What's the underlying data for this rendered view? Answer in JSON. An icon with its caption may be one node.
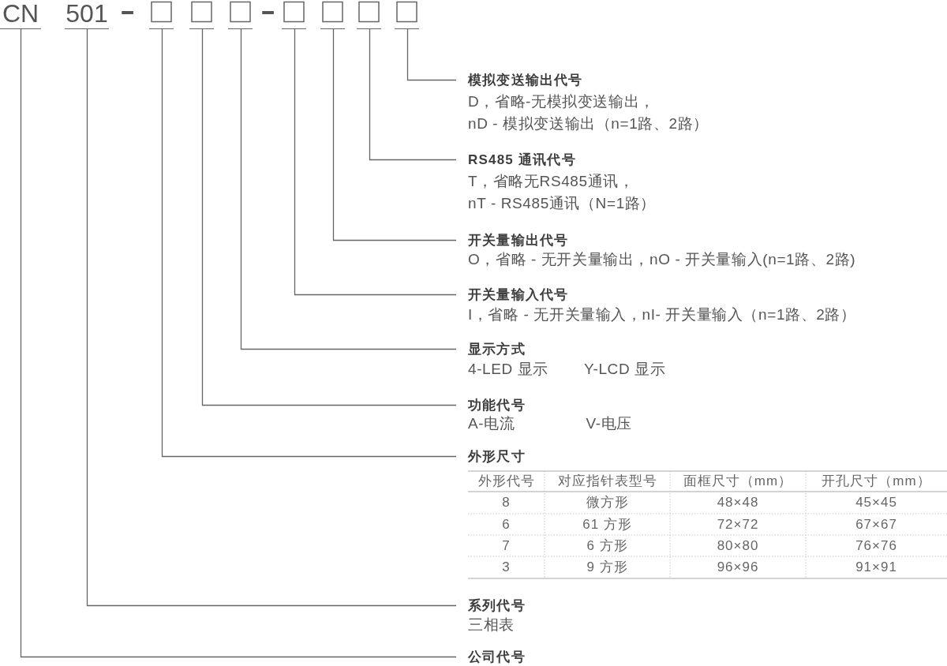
{
  "diagram": {
    "nodes": [
      {
        "text": [
          "CN"
        ]
      },
      {
        "text": [
          "501"
        ]
      },
      {
        "text": [],
        "shape": "box"
      },
      {
        "text": [],
        "shape": "box"
      },
      {
        "text": [],
        "shape": "box"
      },
      {
        "text": [],
        "shape": "box"
      },
      {
        "text": [],
        "shape": "box"
      },
      {
        "text": [],
        "shape": "box"
      },
      {
        "text": [],
        "shape": "box"
      },
      {
        "text": [
          "模拟变送输出代号",
          "D，省略-无模拟变送输出，",
          "nD - 模拟变送输出（n=1路、2路）"
        ]
      },
      {
        "text": [
          "RS485 通讯代号",
          "T，省略无RS485通讯，",
          "nT - RS485通讯（N=1路）"
        ]
      },
      {
        "text": [
          "开关量输出代号",
          "O，省略 - 无开关量输出，nO - 开关量输入(n=1路、2路)"
        ]
      },
      {
        "text": [
          "开关量输入代号",
          "I，省略 - 无开关量输入，nI- 开关量输入（n=1路、2路）"
        ]
      },
      {
        "text": [
          "显示方式",
          "4-LED 显示",
          "Y-LCD 显示"
        ]
      },
      {
        "text": [
          "功能代号",
          "A-电流",
          "V-电压"
        ]
      },
      {
        "text": [
          "外形尺寸"
        ]
      },
      {
        "text": [
          "系列代号",
          "三相表"
        ]
      },
      {
        "text": [
          "公司代号"
        ]
      }
    ],
    "edges": [
      {
        "from": 8,
        "to": 9,
        "arrow": "none"
      },
      {
        "from": 7,
        "to": 10,
        "arrow": "none"
      },
      {
        "from": 6,
        "to": 11,
        "arrow": "none"
      },
      {
        "from": 5,
        "to": 12,
        "arrow": "none"
      },
      {
        "from": 4,
        "to": 13,
        "arrow": "none"
      },
      {
        "from": 3,
        "to": 14,
        "arrow": "none"
      },
      {
        "from": 2,
        "to": 15,
        "arrow": "none"
      },
      {
        "from": 1,
        "to": 16,
        "arrow": "none"
      },
      {
        "from": 0,
        "to": 17,
        "arrow": "none"
      }
    ],
    "labels": [
      "-",
      "-",
      "外形代号",
      "对应指针表型号",
      "面框尺寸（mm）",
      "开孔尺寸（mm）",
      "8",
      "微方形",
      "48×48",
      "45×45",
      "6",
      "61 方形",
      "72×72",
      "67×67",
      "7",
      "6 方形",
      "80×80",
      "76×76",
      "3",
      "9 方形",
      "96×96",
      "91×91"
    ]
  }
}
